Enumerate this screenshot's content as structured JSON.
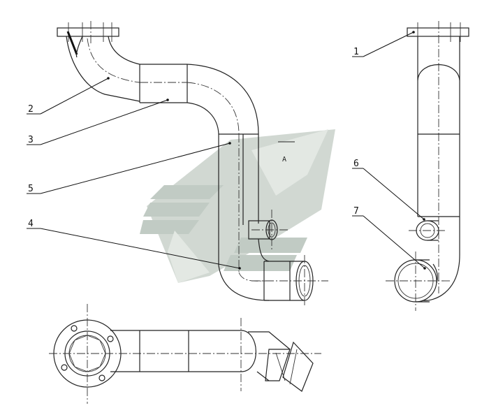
{
  "callouts": [
    "1",
    "2",
    "3",
    "4",
    "5",
    "6",
    "7"
  ],
  "view_label": "A",
  "colors": {
    "line": "#222222",
    "watermark": "#c9d2cb",
    "watermark_dark": "#b7c2ba"
  },
  "watermark": "company-logo"
}
